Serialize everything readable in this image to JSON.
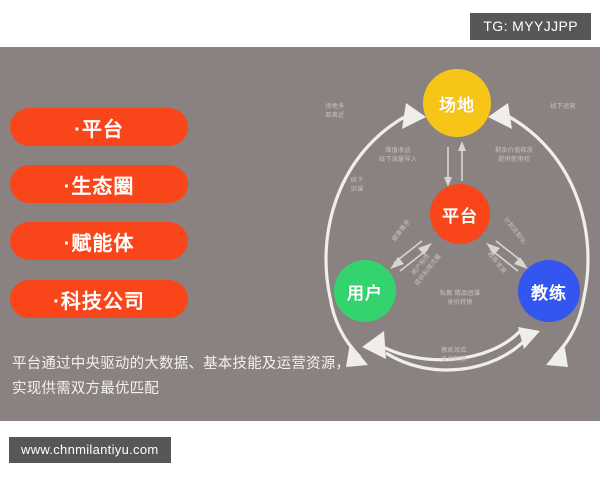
{
  "badge": {
    "text": "TG: MYYJJPP"
  },
  "panel": {
    "background_color": "#8a8280"
  },
  "pills": [
    {
      "label": "·平台"
    },
    {
      "label": "·生态圈"
    },
    {
      "label": "·赋能体"
    },
    {
      "label": "·科技公司"
    }
  ],
  "caption": {
    "line1": "平台通过中央驱动的大数据、基本技能及运营资源，",
    "line2": "实现供需双方最优匹配"
  },
  "diagram": {
    "nodes": [
      {
        "id": "venue",
        "label": "场地",
        "color": "#f7c518"
      },
      {
        "id": "platform",
        "label": "平台",
        "color": "#f8461a"
      },
      {
        "id": "user",
        "label": "用户",
        "color": "#33d36e"
      },
      {
        "id": "coach",
        "label": "教练",
        "color": "#3355f0"
      }
    ],
    "labels": {
      "venue_left": "场地多\n距离近",
      "venue_right": "线下运营",
      "offline": "线下\n训课",
      "add_value": "增值收益\n线下流量导入",
      "surplus": "剩余价值释放\n提供使用权",
      "user_left_a": "健康需求",
      "user_left_b": "用户粘性\n提供私域流量",
      "coach_a": "计划定制化",
      "coach_b": "教练资源",
      "mid": "私教 精品团课\n身份转换",
      "bottom": "教练效应\n身份转换"
    },
    "arrow_color": "#f0eeeb"
  },
  "footer": {
    "url": "www.chnmilantiyu.com"
  }
}
